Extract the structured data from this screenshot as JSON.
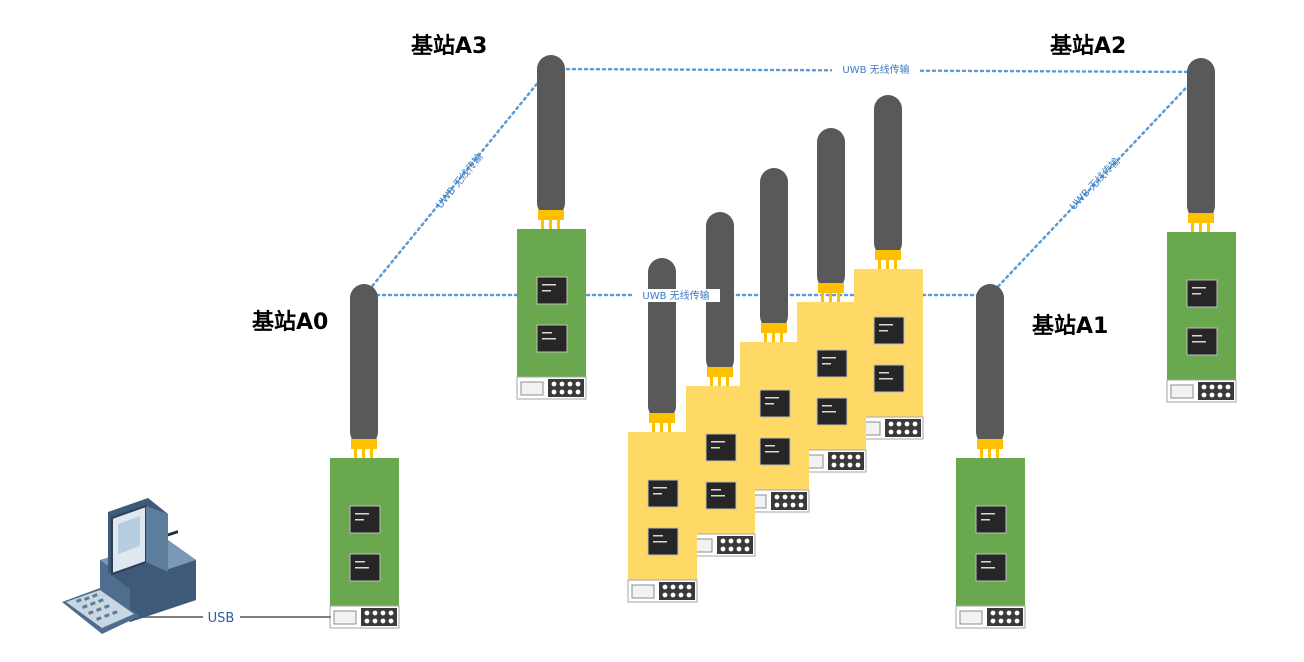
{
  "stations": [
    {
      "id": "A0",
      "label": "基站A0"
    },
    {
      "id": "A1",
      "label": "基站A1"
    },
    {
      "id": "A2",
      "label": "基站A2"
    },
    {
      "id": "A3",
      "label": "基站A3"
    }
  ],
  "links": [
    {
      "from": "A0",
      "to": "A1",
      "label": "UWB 无线传输"
    },
    {
      "from": "A3",
      "to": "A2",
      "label": "UWB 无线传输"
    },
    {
      "from": "A0",
      "to": "A3",
      "label": "UWB 无线传输"
    },
    {
      "from": "A1",
      "to": "A2",
      "label": "UWB 无线传输"
    }
  ],
  "usb": {
    "label": "USB"
  },
  "colors": {
    "station_board": "#6aa84f",
    "tag_board": "#ffd966",
    "antenna": "#595959",
    "connector": "#ffc000",
    "chip": "#262626",
    "link_line": "#5b9bd5",
    "usb_cable": "#7f7f7f"
  },
  "icons": {
    "computer": "desktop-computer-icon"
  }
}
